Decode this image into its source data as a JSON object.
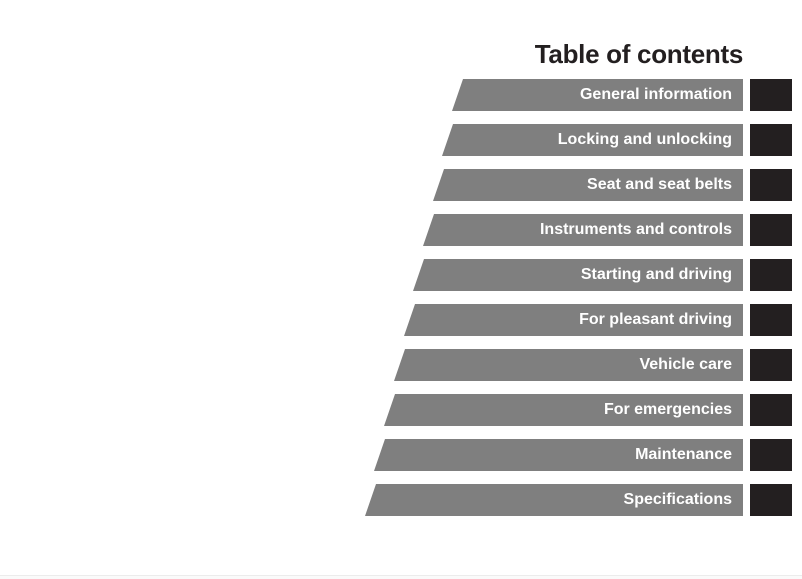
{
  "title": "Table of contents",
  "colors": {
    "bar_gray": "#7f7f7f",
    "tab_black": "#231f20",
    "title_black": "#231f20",
    "label_white": "#ffffff"
  },
  "toc": {
    "items": [
      {
        "label": "General information"
      },
      {
        "label": "Locking and unlocking"
      },
      {
        "label": "Seat and seat belts"
      },
      {
        "label": "Instruments and controls"
      },
      {
        "label": "Starting and driving"
      },
      {
        "label": "For pleasant driving"
      },
      {
        "label": "Vehicle care"
      },
      {
        "label": "For emergencies"
      },
      {
        "label": "Maintenance"
      },
      {
        "label": "Specifications"
      }
    ]
  }
}
